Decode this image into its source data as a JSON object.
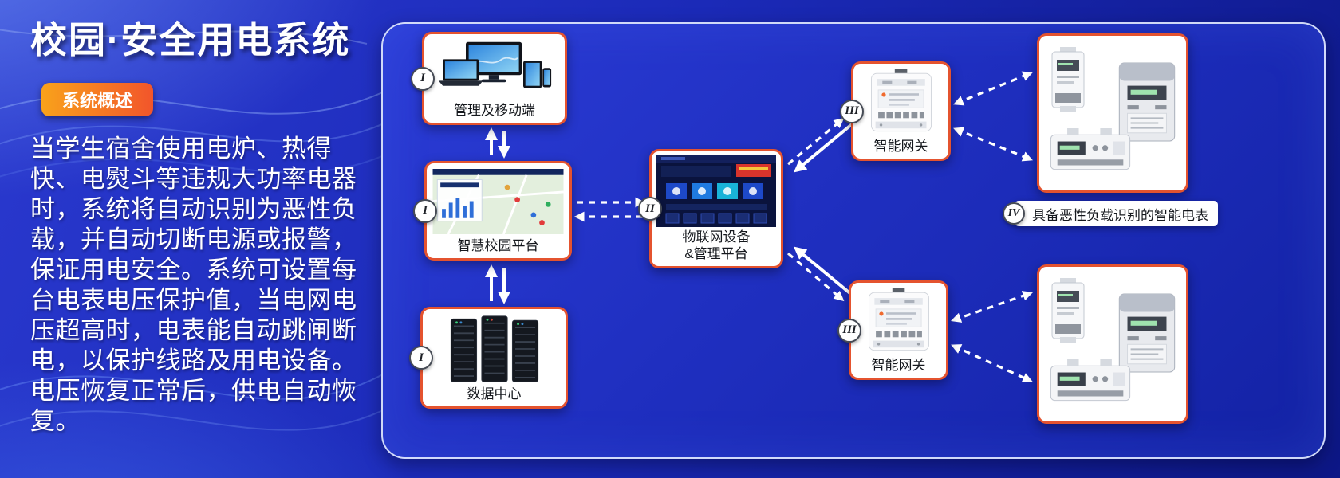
{
  "header": {
    "title": "校园·安全用电系统",
    "section_badge": "系统概述"
  },
  "description": {
    "text": "当学生宿舍使用电炉、热得快、电熨斗等违规大功率电器时，系统将自动识别为恶性负载，并自动切断电源或报警，保证用电安全。系统可设置每台电表电压保护值，当电网电压超高时，电表能自动跳闸断电，以保护线路及用电设备。电压恢复正常后，供电自动恢复。",
    "note": ""
  },
  "diagram": {
    "management": {
      "badge": "I",
      "label": "管理及移动端"
    },
    "campus_platform": {
      "badge": "I",
      "label": "智慧校园平台"
    },
    "data_center": {
      "badge": "I",
      "label": "数据中心"
    },
    "iot_platform": {
      "badge": "II",
      "label_line1": "物联网设备",
      "label_line2": "&管理平台"
    },
    "gateway_top": {
      "badge": "III",
      "label": "智能网关"
    },
    "gateway_bottom": {
      "badge": "III",
      "label": "智能网关"
    },
    "smart_meters": {
      "badge": "IV",
      "label": "具备恶性负载识别的智能电表"
    }
  },
  "colors": {
    "background_blue": "#1b2ab8",
    "panel_blue": "#2233c4",
    "box_border_orange": "#e4532f",
    "section_badge_gradient_start": "#f9a21b",
    "section_badge_gradient_end": "#f2552b",
    "arrow_white": "#ffffff"
  }
}
